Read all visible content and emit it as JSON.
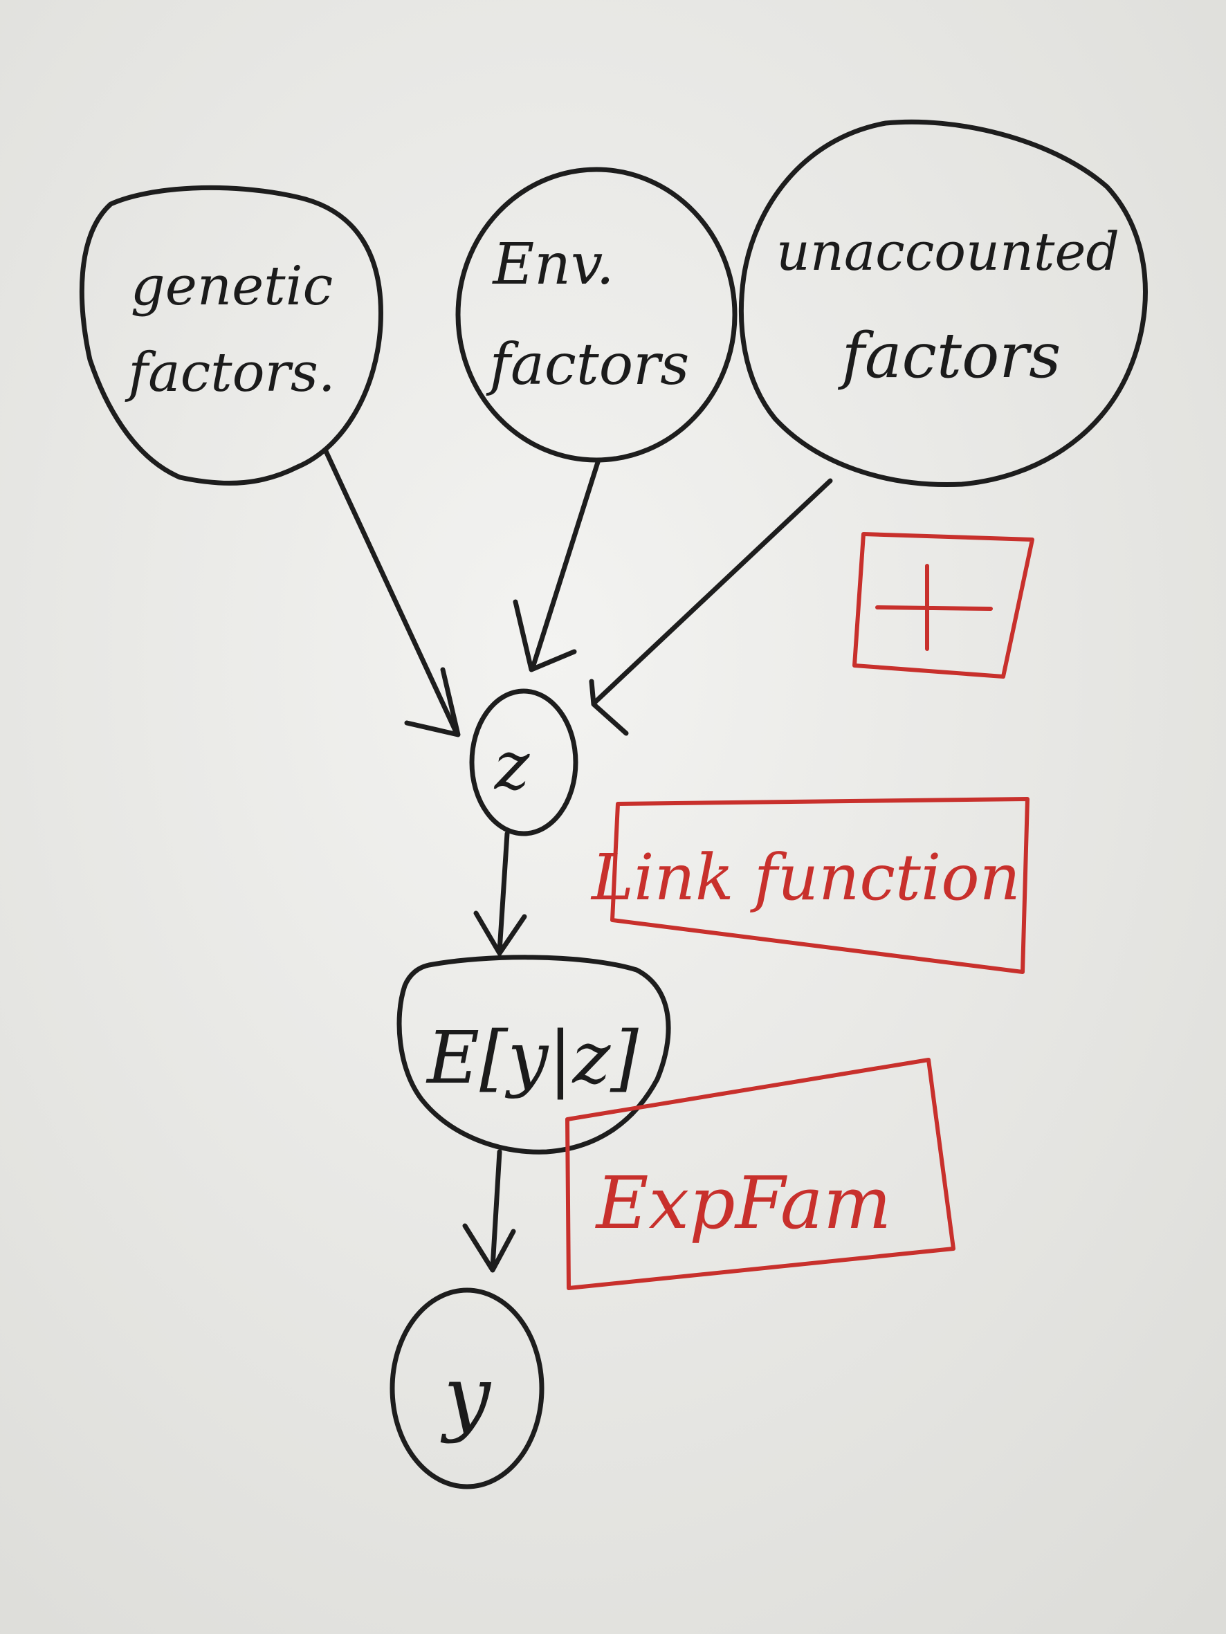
{
  "nodes": {
    "genetic": {
      "line1": "genetic",
      "line2": "factors."
    },
    "env": {
      "line1": "Env.",
      "line2": "factors"
    },
    "unaccounted": {
      "line1": "unaccounted",
      "line2": "factors"
    },
    "z": {
      "label": "z"
    },
    "expectation": {
      "label": "E[y|z]"
    },
    "y": {
      "label": "y"
    }
  },
  "annotations": {
    "sum": {
      "symbol": "+"
    },
    "link": {
      "label": "Link function"
    },
    "expfam": {
      "label": "ExpFam"
    }
  },
  "colors": {
    "paper": "#ebebe8",
    "ink": "#1d1d1d",
    "red_ink": "#c8302c"
  }
}
